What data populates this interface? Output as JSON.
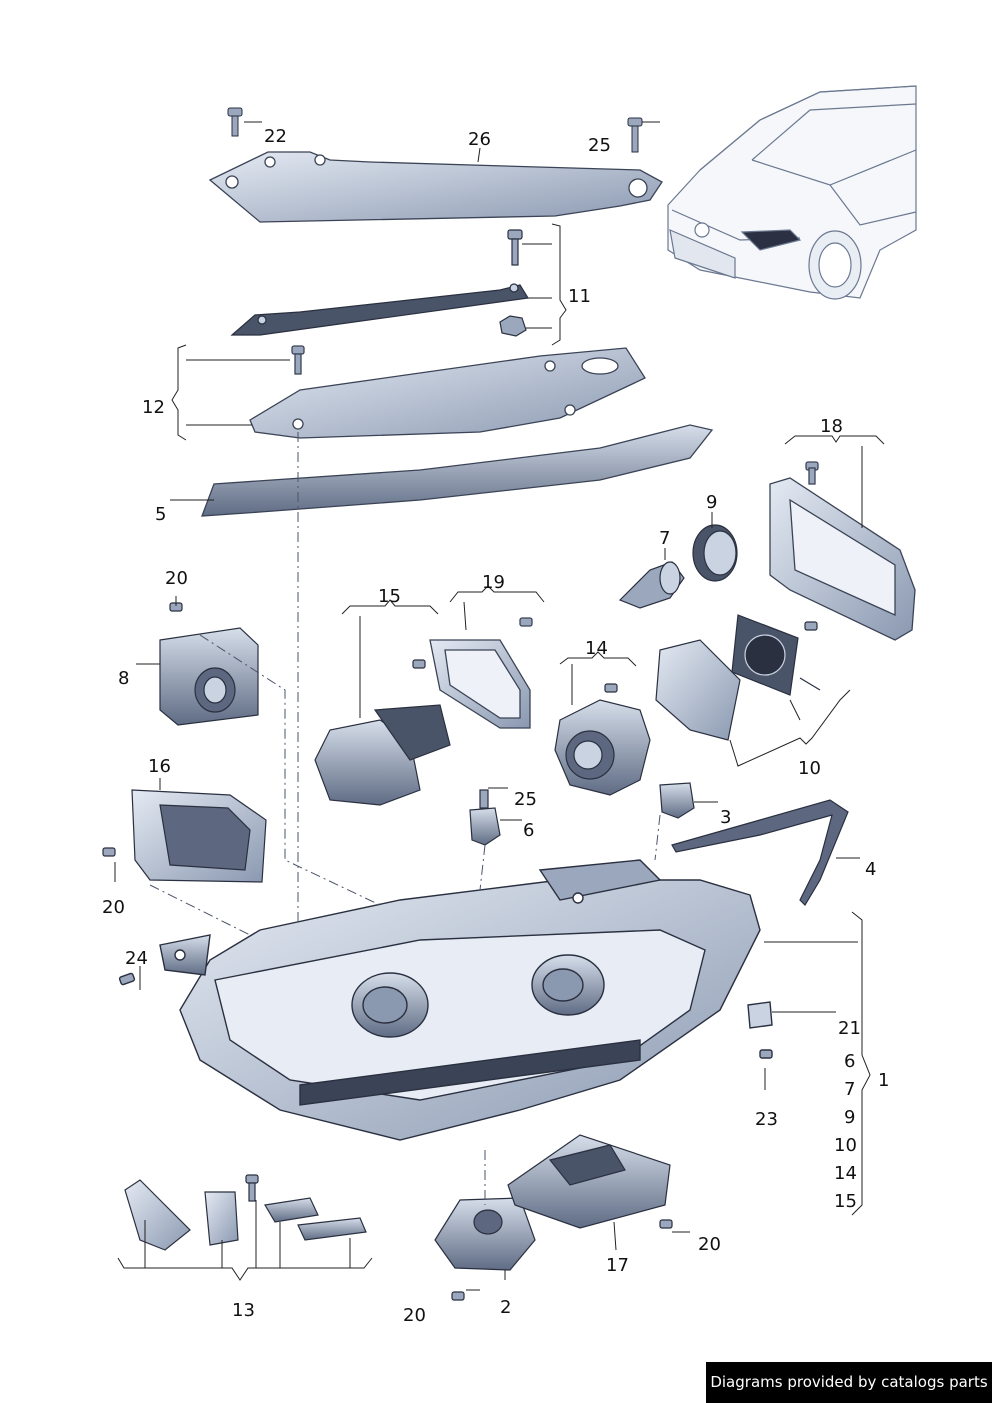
{
  "labels": {
    "l22": "22",
    "l26": "26",
    "l25a": "25",
    "l11": "11",
    "l12": "12",
    "l5": "5",
    "l18": "18",
    "l9": "9",
    "l7": "7",
    "l20a": "20",
    "l15": "15",
    "l19": "19",
    "l14": "14",
    "l8": "8",
    "l10": "10",
    "l16": "16",
    "l25b": "25",
    "l6a": "6",
    "l3": "3",
    "l4": "4",
    "l20b": "20",
    "l24": "24",
    "l1": "1",
    "l21": "21",
    "l6b": "6",
    "l7b": "7",
    "l9b": "9",
    "l10b": "10",
    "l14b": "14",
    "l15b": "15",
    "l23": "23",
    "l13": "13",
    "l20c": "20",
    "l17": "17",
    "l2": "2",
    "l20d": "20"
  },
  "credit": "Diagrams provided by catalogs parts",
  "colors": {
    "part_fill": "#c9d3e2",
    "part_shadow": "#7d8ba3",
    "part_dark": "#3b4456",
    "line": "#222222",
    "credit_bg": "#000000"
  }
}
